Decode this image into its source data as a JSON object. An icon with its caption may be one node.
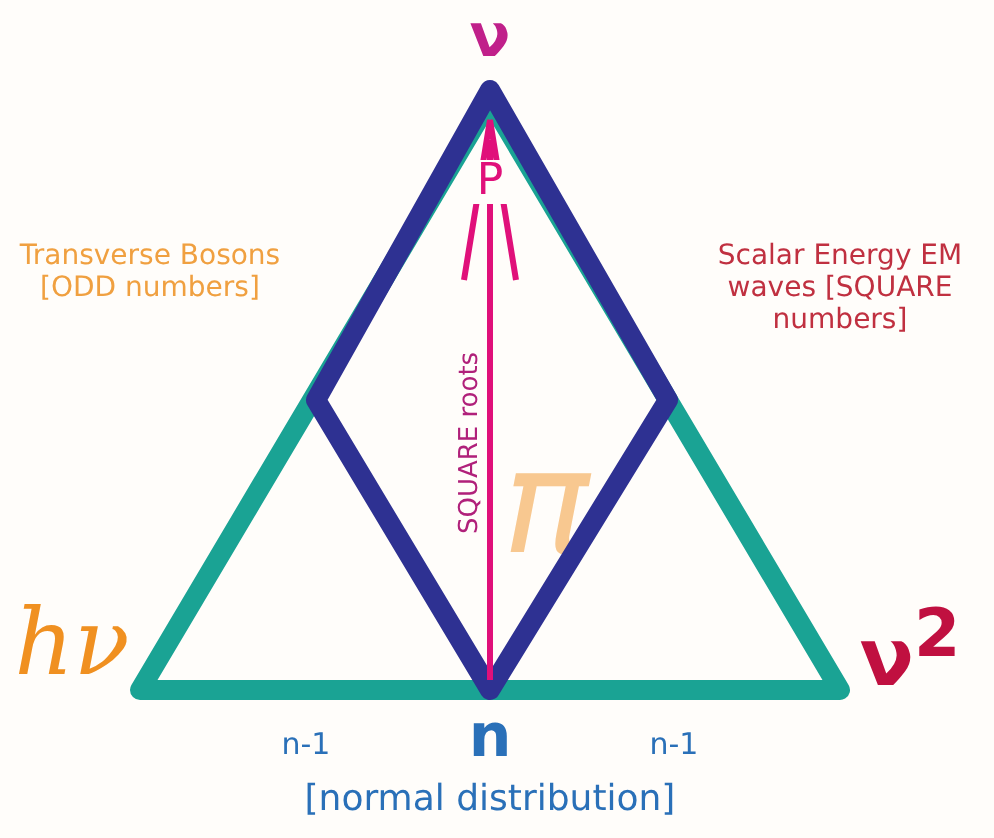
{
  "diagram": {
    "labels": [
      "ν",
      "P",
      "Transverse Bosons [ODD numbers]",
      "Scalar Energy EM waves [SQUARE numbers]",
      "SQUARE roots",
      "π",
      "hν",
      "ν$^{2}$",
      "n-1",
      "n",
      "n-1",
      "[normal distribution]"
    ]
  }
}
